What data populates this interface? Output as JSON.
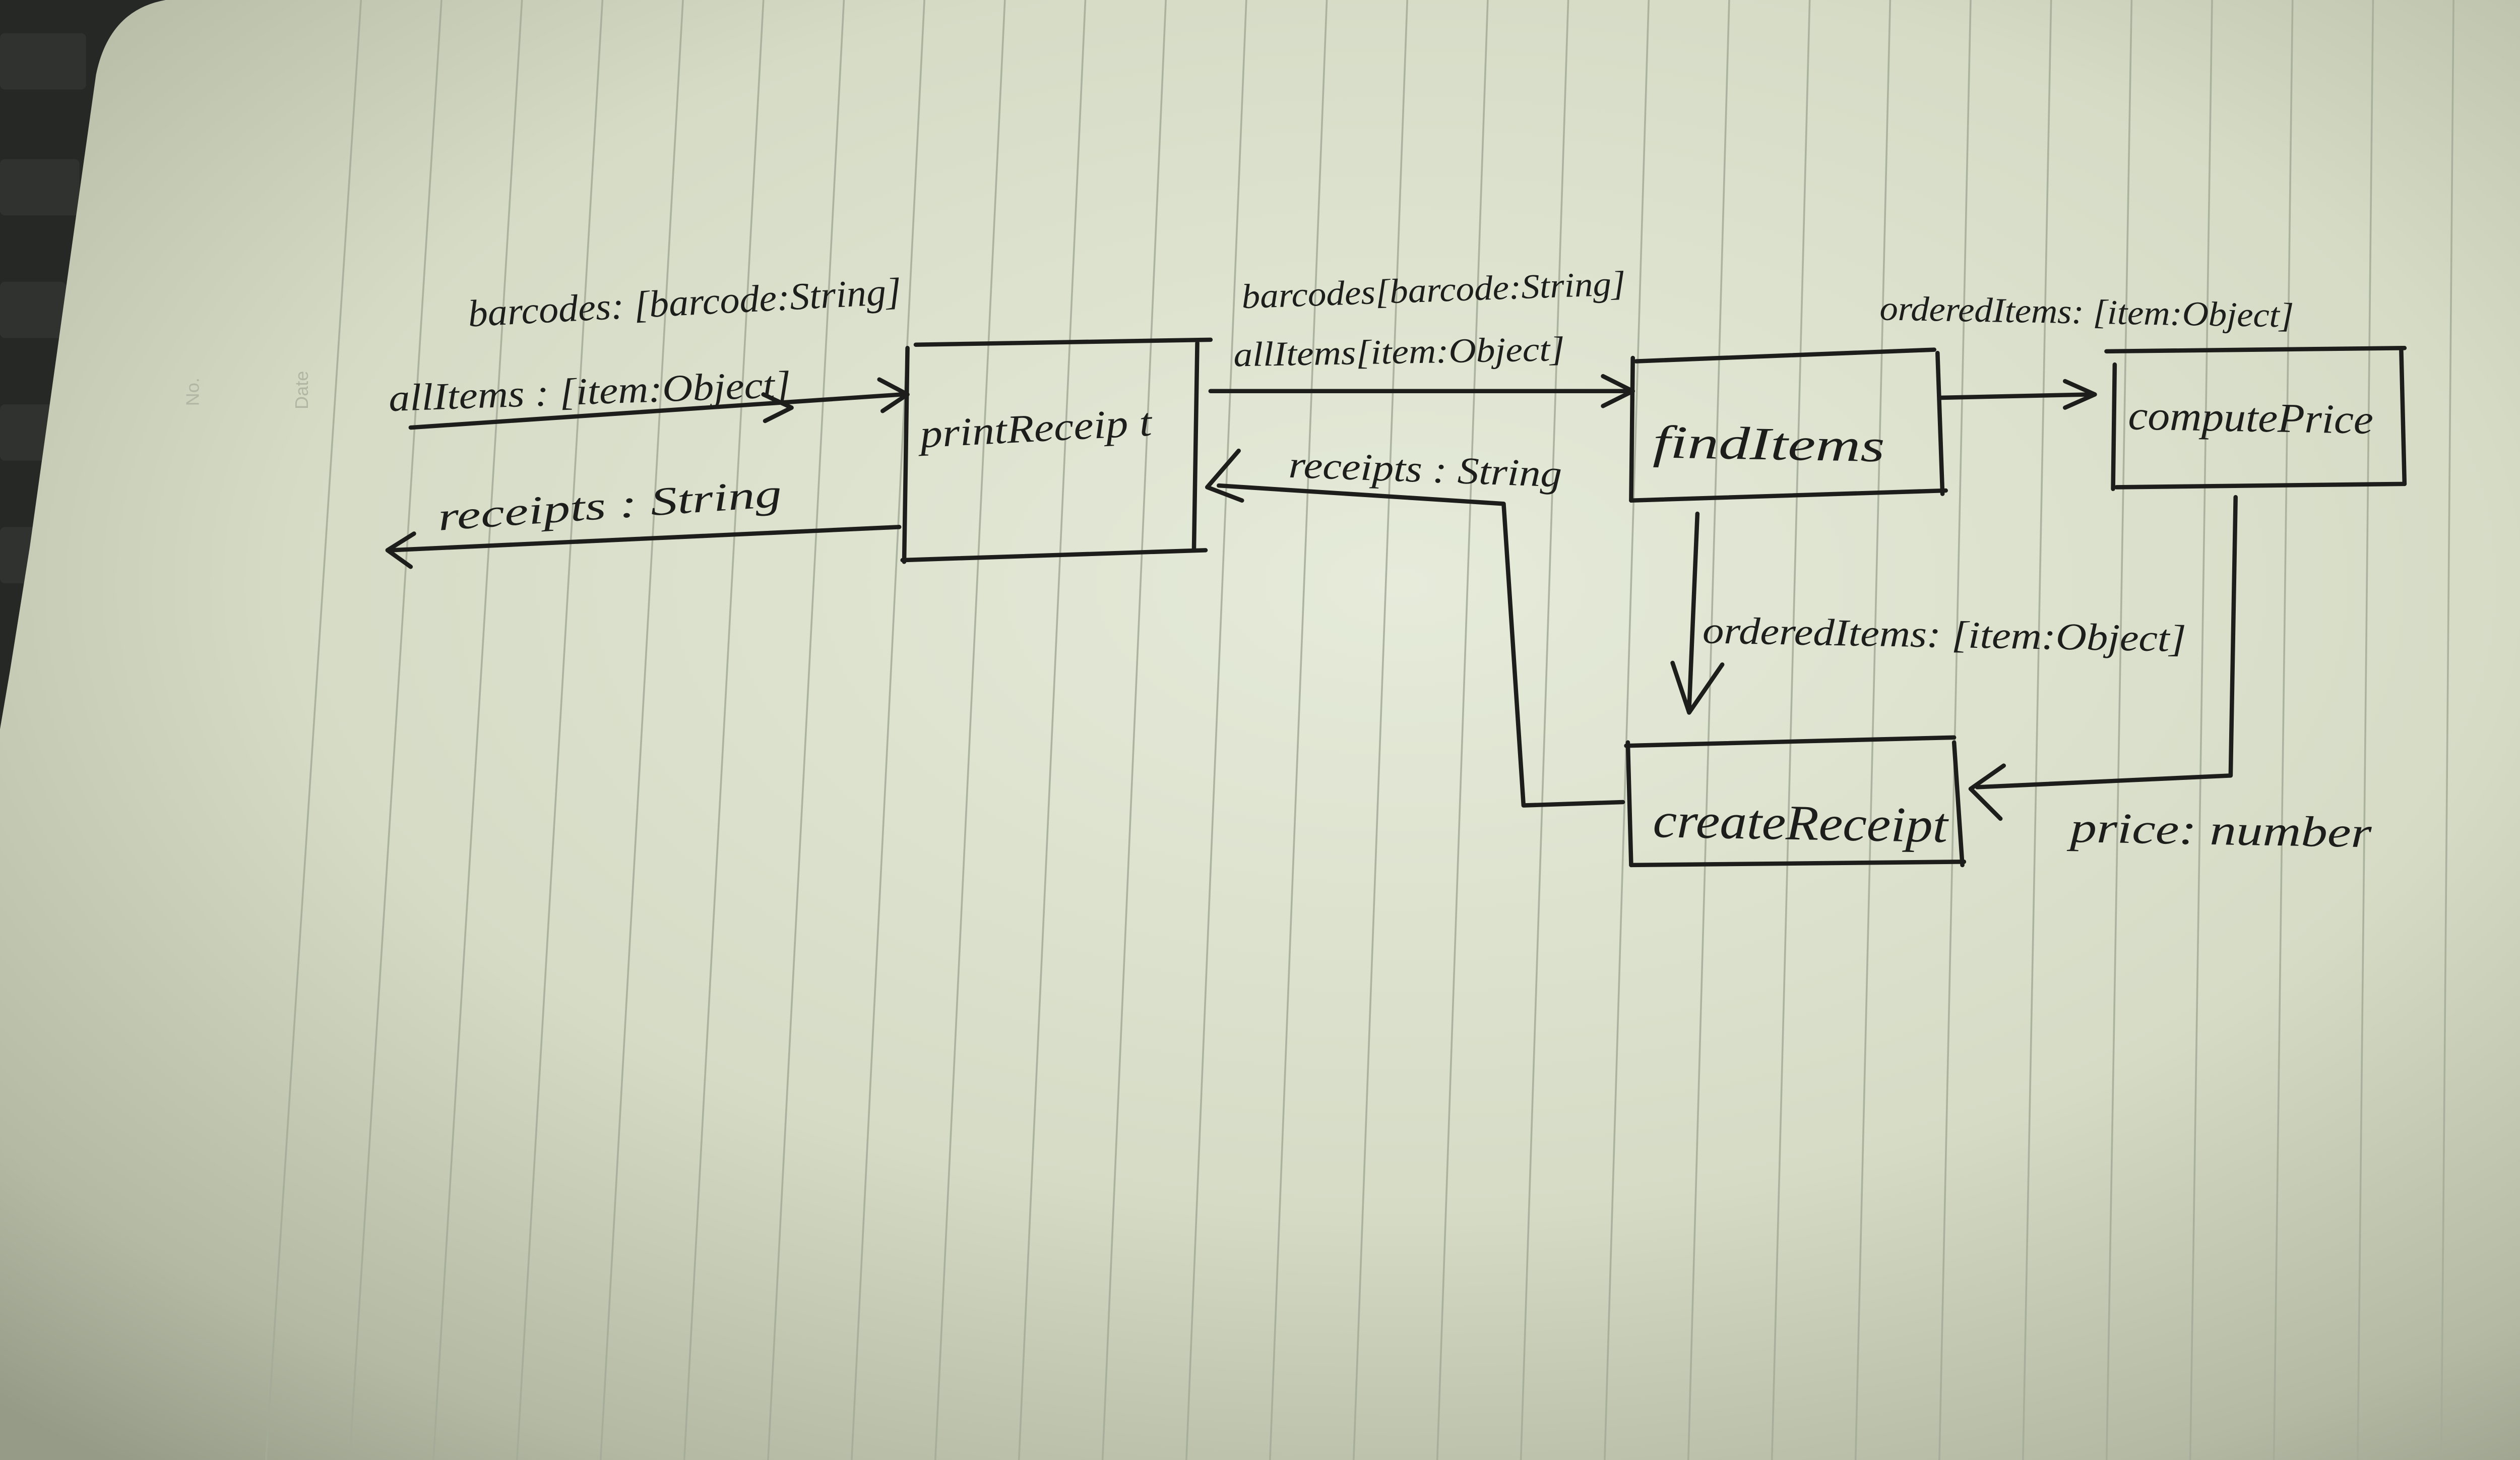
{
  "notebook": {
    "number_label": "No.",
    "date_label": "Date"
  },
  "nodes": {
    "print_receipt": "printReceip t",
    "find_items": "findItems",
    "compute_price": "computePrice",
    "create_receipt": "createReceipt"
  },
  "edges": {
    "input_barcodes": "barcodes: [barcode:String]",
    "input_all_items": "allItems : [item:Object]",
    "output_receipts": "receipts : String",
    "print_to_find_barcodes": "barcodes[barcode:String]",
    "print_to_find_all_items": "allItems[item:Object]",
    "create_to_print_receipts": "receipts : String",
    "find_to_compute_ordered_items": "orderedItems: [item:Object]",
    "find_to_create_ordered_items": "orderedItems: [item:Object]",
    "compute_to_create_price": "price: number"
  },
  "colors": {
    "ink": "#1d1e1b",
    "paper": "#e6ebda",
    "paper_edge": "#959b86",
    "rule_line": "#a4ab98",
    "background": "#262826"
  }
}
